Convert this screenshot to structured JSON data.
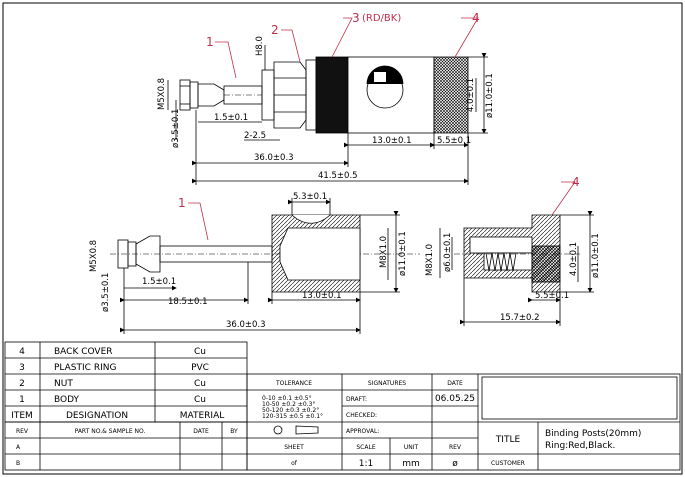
{
  "callouts": [
    {
      "id": "1",
      "label": "1"
    },
    {
      "id": "2",
      "label": "2"
    },
    {
      "id": "3",
      "label": "3",
      "suffix": "(RD/BK)"
    },
    {
      "id": "4",
      "label": "4"
    },
    {
      "id": "1b",
      "label": "1"
    },
    {
      "id": "4b",
      "label": "4"
    }
  ],
  "dimensions": {
    "top": {
      "h80": "H8.0",
      "m5": "M5X0.8",
      "d35": "ø3.5±0.1",
      "l15": "1.5±0.1",
      "l225": "2-2.5",
      "l13": "13.0±0.1",
      "l55": "5.5±0.1",
      "d40": "4.0±0.1",
      "d110": "ø11.0±0.1",
      "l36": "36.0±0.3",
      "l415": "41.5±0.5"
    },
    "body": {
      "l53": "5.3±0.1",
      "m5": "M5X0.8",
      "d35": "ø3.5±0.1",
      "l15": "1.5±0.1",
      "l185": "18.5±0.1",
      "m8": "M8X1.0",
      "d110": "ø11.0±0.1",
      "l13": "13.0±0.1",
      "l36": "36.0±0.3"
    },
    "cover": {
      "m8": "M8X1.0",
      "d60": "ø6.0±0.1",
      "d40": "4.0±0.1",
      "d110": "ø11.0±0.1",
      "l55": "5.5±0.1",
      "l157": "15.7±0.2"
    }
  },
  "bom": {
    "rows": [
      {
        "item": "4",
        "designation": "BACK  COVER",
        "material": "Cu"
      },
      {
        "item": "3",
        "designation": "PLASTIC  RING",
        "material": "PVC"
      },
      {
        "item": "2",
        "designation": "NUT",
        "material": "Cu"
      },
      {
        "item": "1",
        "designation": "BODY",
        "material": "Cu"
      }
    ],
    "header": {
      "item": "ITEM",
      "designation": "DESIGNATION",
      "material": "MATERIAL"
    }
  },
  "revisions": {
    "header": {
      "rev": "REV",
      "part": "PART NO.& SAMPLE NO.",
      "date": "DATE",
      "by": "BY"
    },
    "rows": [
      {
        "rev": "A"
      },
      {
        "rev": "B"
      }
    ]
  },
  "title_block": {
    "tolerance": "TOLERANCE",
    "signatures": "SIGNATURES",
    "date_label": "DATE",
    "draft": "DRAFT:",
    "checked": "CHECKED:",
    "approval": "APPROVAL:",
    "date_value": "06.05.25",
    "sheet_label": "SHEET",
    "sheet_value": "of",
    "scale_label": "SCALE",
    "scale_value": "1:1",
    "unit_label": "UNIT",
    "unit_value": "mm",
    "rev_label": "REV",
    "rev_value": "ø",
    "title_label": "TITLE",
    "title_line1": "Binding  Posts(20mm)",
    "title_line2": "Ring:Red,Black.",
    "customer_label": "CUSTOMER",
    "tolerance_rows": [
      "0-10   ±0.1   ±0.5°",
      "10-50  ±0.2   ±0.3°",
      "50-120 ±0.3   ±0.2°",
      "120-315 ±0.5  ±0.1°"
    ]
  },
  "colors": {
    "callout": "#c0304a",
    "line": "#000000"
  }
}
